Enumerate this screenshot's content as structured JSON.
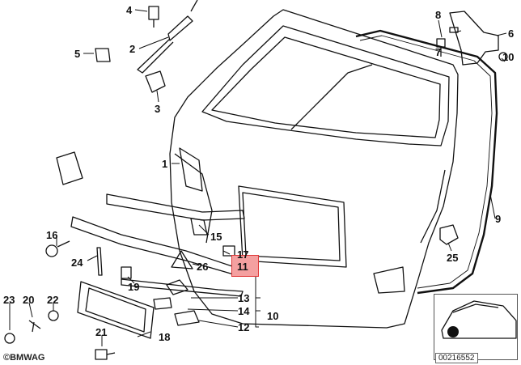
{
  "callouts": [
    {
      "id": "lbl-4",
      "text": "4"
    },
    {
      "id": "lbl-2",
      "text": "2"
    },
    {
      "id": "lbl-5",
      "text": "5"
    },
    {
      "id": "lbl-3",
      "text": "3"
    },
    {
      "id": "lbl-8",
      "text": "8"
    },
    {
      "id": "lbl-7",
      "text": "7"
    },
    {
      "id": "lbl-6",
      "text": "6"
    },
    {
      "id": "lbl-10r",
      "text": "10"
    },
    {
      "id": "lbl-1",
      "text": "1"
    },
    {
      "id": "lbl-9",
      "text": "9"
    },
    {
      "id": "lbl-15",
      "text": "15"
    },
    {
      "id": "lbl-16",
      "text": "16"
    },
    {
      "id": "lbl-17",
      "text": "17"
    },
    {
      "id": "lbl-11",
      "text": "11"
    },
    {
      "id": "lbl-24",
      "text": "24"
    },
    {
      "id": "lbl-26",
      "text": "26"
    },
    {
      "id": "lbl-19",
      "text": "19"
    },
    {
      "id": "lbl-25",
      "text": "25"
    },
    {
      "id": "lbl-13",
      "text": "13"
    },
    {
      "id": "lbl-14",
      "text": "14"
    },
    {
      "id": "lbl-10",
      "text": "10"
    },
    {
      "id": "lbl-12",
      "text": "12"
    },
    {
      "id": "lbl-23",
      "text": "23"
    },
    {
      "id": "lbl-20",
      "text": "20"
    },
    {
      "id": "lbl-22",
      "text": "22"
    },
    {
      "id": "lbl-21",
      "text": "21"
    },
    {
      "id": "lbl-18",
      "text": "18"
    }
  ],
  "footer": {
    "copyright": "©BMWAG",
    "ref_code": "00216552"
  },
  "colors": {
    "highlight_fill": "#f4a0a0",
    "highlight_border": "#e03a3a",
    "line": "#111111"
  }
}
